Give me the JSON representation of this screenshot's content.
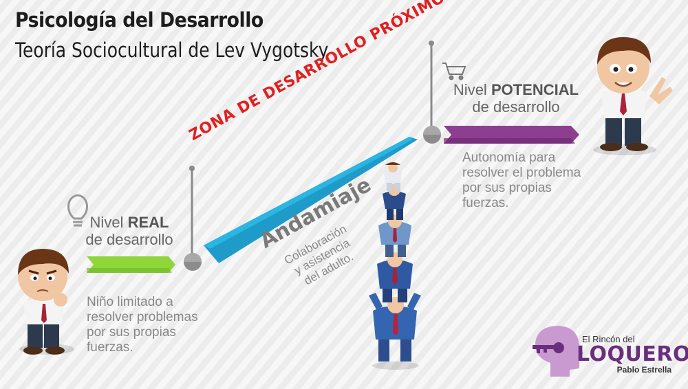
{
  "title": "Psicología del Desarrollo",
  "subtitle": "Teoría Sociocultural de Lev Vygotsky",
  "nivel_real": {
    "prefix": "Nivel ",
    "emphasis": "REAL",
    "line2": "de desarrollo",
    "description": [
      "Niño limitado a",
      "resolver problemas",
      "por sus propias",
      "fuerzas."
    ]
  },
  "nivel_potencial": {
    "prefix": "Nivel ",
    "emphasis": "POTENCIAL",
    "line2": "de desarrollo",
    "description": [
      "Autonomía para",
      "resolver el problema",
      "por sus propias",
      "fuerzas."
    ]
  },
  "zona": "ZONA DE DESARROLLO PRÓXIMO",
  "andamiaje": {
    "title": "Andamiaje",
    "description": [
      "Colaboración",
      "y asistencia",
      "del adulto."
    ]
  },
  "logo": {
    "line1": "El Rincón del",
    "brand": "LOQUERO",
    "author": "Pablo Estrella"
  },
  "colors": {
    "green": "#8ed63a",
    "blue": "#1e9bc9",
    "purple": "#8d3f8f",
    "red": "#e02020",
    "logo": "#6a2f7c"
  },
  "icons": [
    "lightbulb-icon",
    "shopping-cart-icon",
    "head-key-logo-icon"
  ]
}
